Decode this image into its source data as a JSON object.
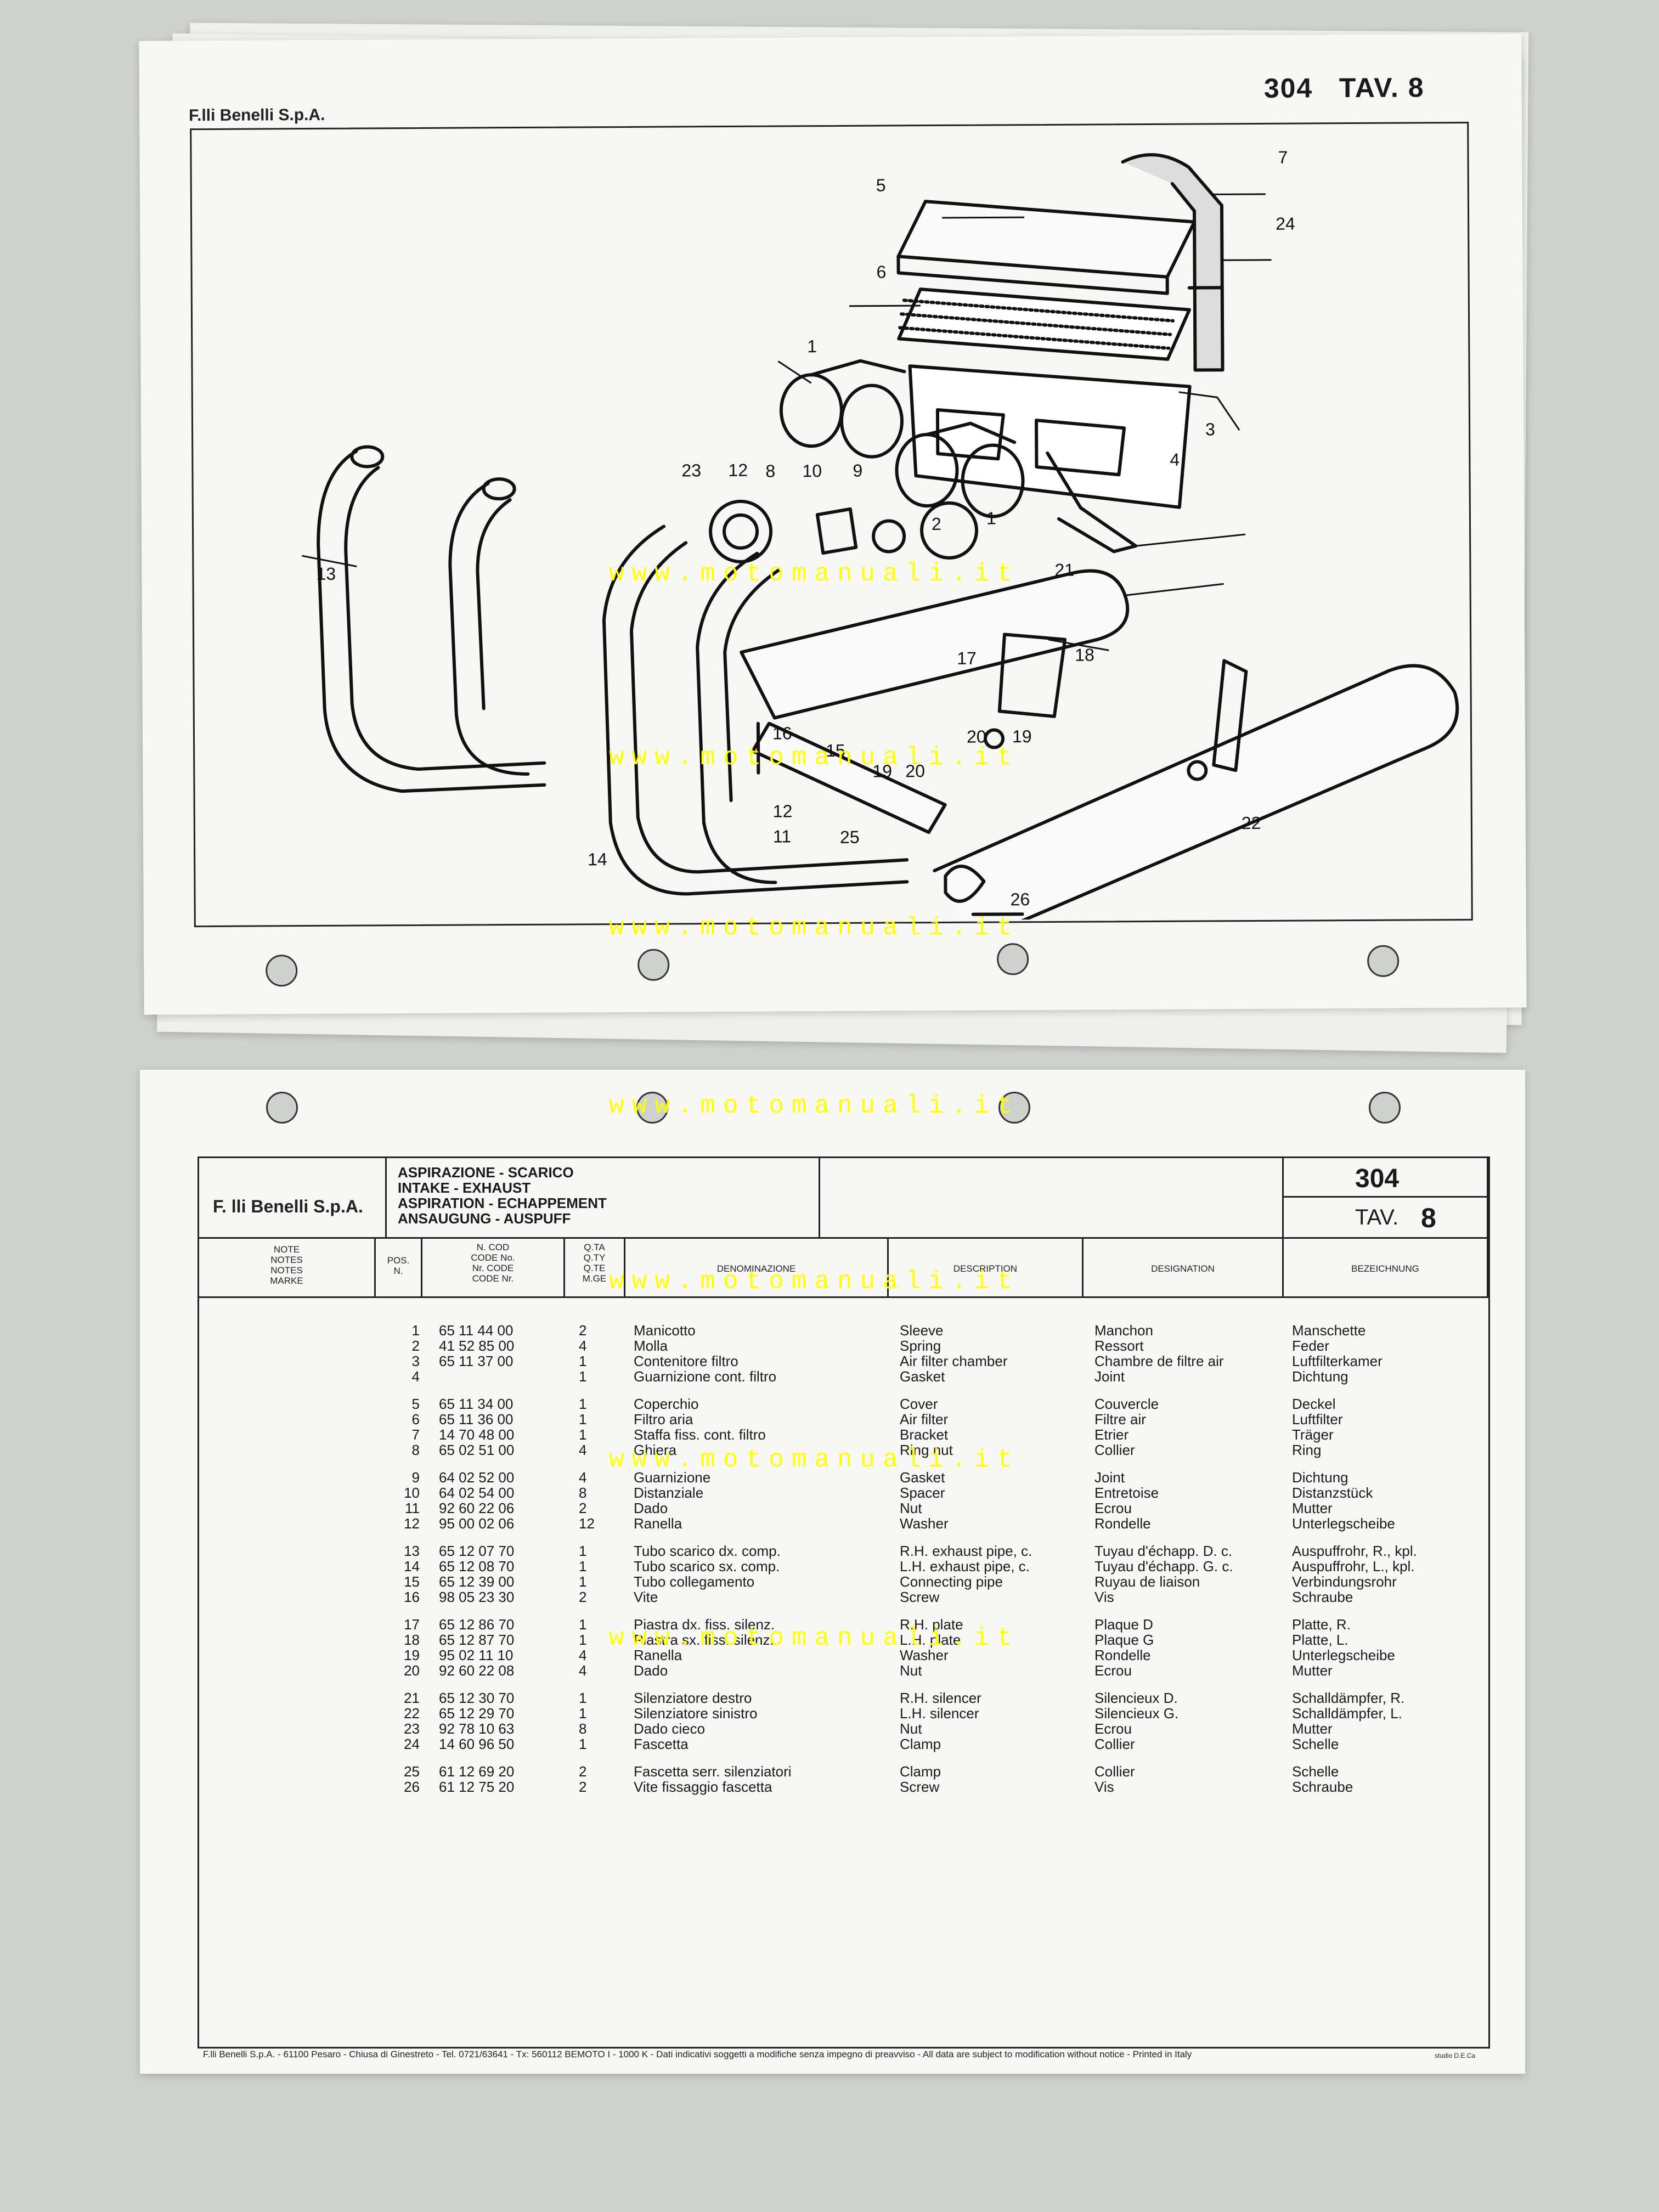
{
  "top_sheet": {
    "company": "F.lli Benelli S.p.A.",
    "model": "304",
    "table": "TAV. 8",
    "callouts": [
      {
        "n": "7"
      },
      {
        "n": "5"
      },
      {
        "n": "24"
      },
      {
        "n": "6"
      },
      {
        "n": "1"
      },
      {
        "n": "3"
      },
      {
        "n": "4"
      },
      {
        "n": "23"
      },
      {
        "n": "12"
      },
      {
        "n": "8"
      },
      {
        "n": "10"
      },
      {
        "n": "9"
      },
      {
        "n": "2"
      },
      {
        "n": "1"
      },
      {
        "n": "13"
      },
      {
        "n": "21"
      },
      {
        "n": "17"
      },
      {
        "n": "18"
      },
      {
        "n": "16"
      },
      {
        "n": "15"
      },
      {
        "n": "19"
      },
      {
        "n": "20"
      },
      {
        "n": "20"
      },
      {
        "n": "19"
      },
      {
        "n": "12"
      },
      {
        "n": "11"
      },
      {
        "n": "22"
      },
      {
        "n": "14"
      },
      {
        "n": "25"
      },
      {
        "n": "26"
      }
    ]
  },
  "watermark": "www.motomanuali.it",
  "bottom_sheet": {
    "company": "F. lli Benelli S.p.A.",
    "title_lines": [
      "ASPIRAZIONE - SCARICO",
      "INTAKE - EXHAUST",
      "ASPIRATION - ECHAPPEMENT",
      "ANSAUGUNG - AUSPUFF"
    ],
    "model": "304",
    "table_label": "TAV.",
    "table_number": "8",
    "headers": {
      "notes": [
        "NOTE",
        "NOTES",
        "NOTES",
        "MARKE"
      ],
      "pos": [
        "POS.",
        "N."
      ],
      "code": [
        "N. COD",
        "CODE No.",
        "Nr. CODE",
        "CODE Nr."
      ],
      "qty": [
        "Q.TA",
        "Q.TY",
        "Q.TE",
        "M.GE"
      ],
      "denominazione": "DENOMINAZIONE",
      "description": "DESCRIPTION",
      "designation": "DESIGNATION",
      "bezeichnung": "BEZEICHNUNG"
    },
    "rows": [
      {
        "pos": "1",
        "code": "65 11 44 00",
        "qty": "2",
        "it": "Manicotto",
        "en": "Sleeve",
        "fr": "Manchon",
        "de": "Manschette"
      },
      {
        "pos": "2",
        "code": "41 52 85 00",
        "qty": "4",
        "it": "Molla",
        "en": "Spring",
        "fr": "Ressort",
        "de": "Feder"
      },
      {
        "pos": "3",
        "code": "65 11 37 00",
        "qty": "1",
        "it": "Contenitore filtro",
        "en": "Air filter chamber",
        "fr": "Chambre de filtre air",
        "de": "Luftfilterkamer"
      },
      {
        "pos": "4",
        "code": "",
        "qty": "1",
        "it": "Guarnizione cont. filtro",
        "en": "Gasket",
        "fr": "Joint",
        "de": "Dichtung"
      },
      {
        "pos": "5",
        "code": "65 11 34 00",
        "qty": "1",
        "it": "Coperchio",
        "en": "Cover",
        "fr": "Couvercle",
        "de": "Deckel"
      },
      {
        "pos": "6",
        "code": "65 11 36 00",
        "qty": "1",
        "it": "Filtro aria",
        "en": "Air filter",
        "fr": "Filtre air",
        "de": "Luftfilter"
      },
      {
        "pos": "7",
        "code": "14 70 48 00",
        "qty": "1",
        "it": "Staffa fiss. cont. filtro",
        "en": "Bracket",
        "fr": "Etrier",
        "de": "Träger"
      },
      {
        "pos": "8",
        "code": "65 02 51 00",
        "qty": "4",
        "it": "Ghiera",
        "en": "Ring nut",
        "fr": "Collier",
        "de": "Ring"
      },
      {
        "pos": "9",
        "code": "64 02 52 00",
        "qty": "4",
        "it": "Guarnizione",
        "en": "Gasket",
        "fr": "Joint",
        "de": "Dichtung"
      },
      {
        "pos": "10",
        "code": "64 02 54 00",
        "qty": "8",
        "it": "Distanziale",
        "en": "Spacer",
        "fr": "Entretoise",
        "de": "Distanzstück"
      },
      {
        "pos": "11",
        "code": "92 60 22 06",
        "qty": "2",
        "it": "Dado",
        "en": "Nut",
        "fr": "Ecrou",
        "de": "Mutter"
      },
      {
        "pos": "12",
        "code": "95 00 02 06",
        "qty": "12",
        "it": "Ranella",
        "en": "Washer",
        "fr": "Rondelle",
        "de": "Unterlegscheibe"
      },
      {
        "pos": "13",
        "code": "65 12 07 70",
        "qty": "1",
        "it": "Tubo scarico dx. comp.",
        "en": "R.H. exhaust pipe, c.",
        "fr": "Tuyau d'échapp. D. c.",
        "de": "Auspuffrohr, R., kpl."
      },
      {
        "pos": "14",
        "code": "65 12 08 70",
        "qty": "1",
        "it": "Tubo scarico sx. comp.",
        "en": "L.H. exhaust pipe, c.",
        "fr": "Tuyau d'échapp. G. c.",
        "de": "Auspuffrohr, L., kpl."
      },
      {
        "pos": "15",
        "code": "65 12 39 00",
        "qty": "1",
        "it": "Tubo collegamento",
        "en": "Connecting pipe",
        "fr": "Ruyau de liaison",
        "de": "Verbindungsrohr"
      },
      {
        "pos": "16",
        "code": "98 05 23 30",
        "qty": "2",
        "it": "Vite",
        "en": "Screw",
        "fr": "Vis",
        "de": "Schraube"
      },
      {
        "pos": "17",
        "code": "65 12 86 70",
        "qty": "1",
        "it": "Piastra dx. fiss. silenz.",
        "en": "R.H. plate",
        "fr": "Plaque D",
        "de": "Platte, R."
      },
      {
        "pos": "18",
        "code": "65 12 87 70",
        "qty": "1",
        "it": "Piastra sx. fiss. silenz.",
        "en": "L.H. plate",
        "fr": "Plaque G",
        "de": "Platte, L."
      },
      {
        "pos": "19",
        "code": "95 02 11 10",
        "qty": "4",
        "it": "Ranella",
        "en": "Washer",
        "fr": "Rondelle",
        "de": "Unterlegscheibe"
      },
      {
        "pos": "20",
        "code": "92 60 22 08",
        "qty": "4",
        "it": "Dado",
        "en": "Nut",
        "fr": "Ecrou",
        "de": "Mutter"
      },
      {
        "pos": "21",
        "code": "65 12 30 70",
        "qty": "1",
        "it": "Silenziatore destro",
        "en": "R.H. silencer",
        "fr": "Silencieux D.",
        "de": "Schalldämpfer, R."
      },
      {
        "pos": "22",
        "code": "65 12 29 70",
        "qty": "1",
        "it": "Silenziatore sinistro",
        "en": "L.H. silencer",
        "fr": "Silencieux G.",
        "de": "Schalldämpfer, L."
      },
      {
        "pos": "23",
        "code": "92 78 10 63",
        "qty": "8",
        "it": "Dado cieco",
        "en": "Nut",
        "fr": "Ecrou",
        "de": "Mutter"
      },
      {
        "pos": "24",
        "code": "14 60 96 50",
        "qty": "1",
        "it": "Fascetta",
        "en": "Clamp",
        "fr": "Collier",
        "de": "Schelle"
      },
      {
        "pos": "25",
        "code": "61 12 69 20",
        "qty": "2",
        "it": "Fascetta serr. silenziatori",
        "en": "Clamp",
        "fr": "Collier",
        "de": "Schelle"
      },
      {
        "pos": "26",
        "code": "61 12 75 20",
        "qty": "2",
        "it": "Vite fissaggio fascetta",
        "en": "Screw",
        "fr": "Vis",
        "de": "Schraube"
      }
    ],
    "footer": "F.lli Benelli S.p.A. - 61100 Pesaro - Chiusa di Ginestreto - Tel. 0721/63641 - Tx: 560112 BEMOTO I - 1000 K - Dati indicativi soggetti a modifiche senza impegno di preavviso - All data are subject to modification without notice - Printed in Italy",
    "studio": "studio D.E.Ca"
  }
}
